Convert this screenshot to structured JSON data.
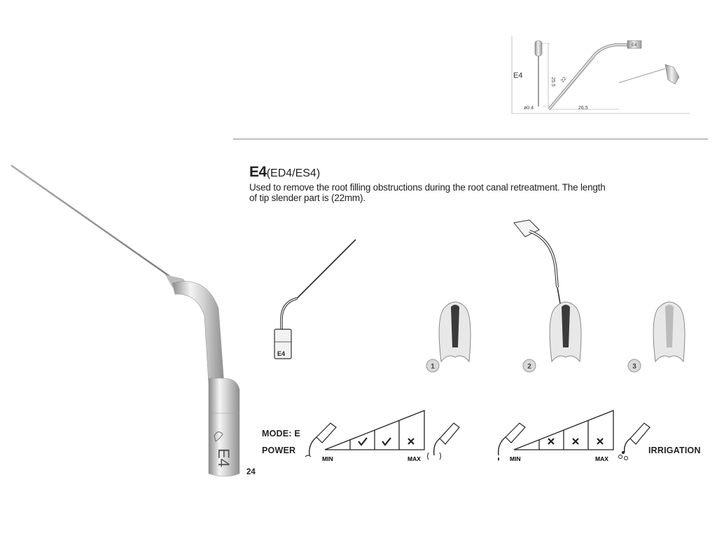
{
  "header_diagram": {
    "model_label": "E4",
    "dims": {
      "height": "25.5",
      "length_slender": "22",
      "length_base": "26.5",
      "diameter": "ø0.4",
      "shank_label": "E4"
    }
  },
  "product": {
    "code": "E4",
    "variants": "(ED4/ES4)",
    "description_line1": "Used to remove the root filling obstructions during the root canal retreatment. The length",
    "description_line2": "of tip slender part is (22mm)."
  },
  "main_tip_engraving": "E4",
  "small_tip_engraving": "E4",
  "steps": [
    "1",
    "2",
    "3"
  ],
  "power_chart": {
    "mode_label": "MODE: E",
    "power_label": "POWER",
    "min_label": "MIN",
    "max_label": "MAX",
    "levels": [
      "none",
      "check",
      "check",
      "cross"
    ]
  },
  "irrigation_chart": {
    "label": "IRRIGATION",
    "min_label": "MIN",
    "max_label": "MAX",
    "levels": [
      "none",
      "cross",
      "cross",
      "cross"
    ]
  },
  "page_number": "24",
  "colors": {
    "metal_light": "#e6e6e6",
    "metal_mid": "#b4b4b4",
    "metal_dark": "#7a7a7a",
    "rule": "#888888",
    "tooth_dark": "#3a3a3a"
  }
}
